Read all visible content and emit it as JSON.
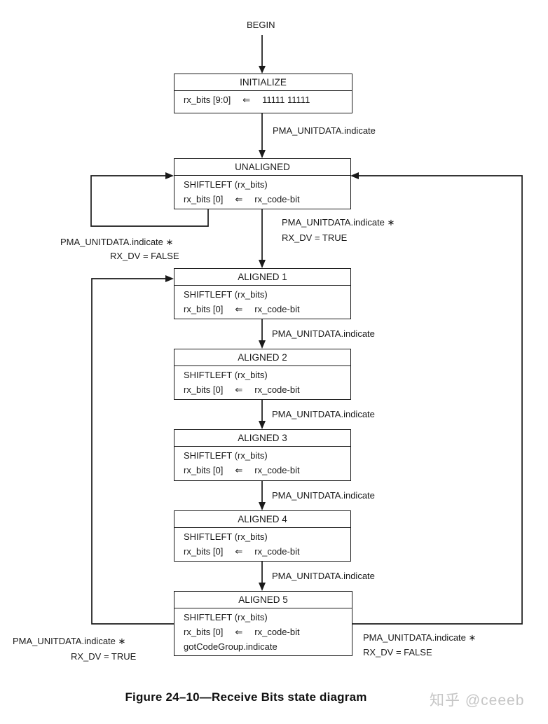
{
  "diagram": {
    "begin_label": "BEGIN",
    "caption": "Figure 24–10—Receive Bits state diagram",
    "watermark": "知乎 @ceeeb",
    "colors": {
      "ink": "#1a1a1a",
      "background": "#ffffff",
      "watermark": "#c6c6c6"
    },
    "states": {
      "initialize": {
        "title": "INITIALIZE",
        "assign_lhs": "rx_bits [9:0]",
        "assign_op": "⇐",
        "assign_rhs": "11111 11111"
      },
      "unaligned": {
        "title": "UNALIGNED",
        "line1": "SHIFTLEFT (rx_bits)",
        "assign_lhs": "rx_bits [0]",
        "assign_op": "⇐",
        "assign_rhs": "rx_code-bit"
      },
      "aligned1": {
        "title": "ALIGNED 1",
        "line1": "SHIFTLEFT (rx_bits)",
        "assign_lhs": "rx_bits [0]",
        "assign_op": "⇐",
        "assign_rhs": "rx_code-bit"
      },
      "aligned2": {
        "title": "ALIGNED 2",
        "line1": "SHIFTLEFT (rx_bits)",
        "assign_lhs": "rx_bits [0]",
        "assign_op": "⇐",
        "assign_rhs": "rx_code-bit"
      },
      "aligned3": {
        "title": "ALIGNED 3",
        "line1": "SHIFTLEFT (rx_bits)",
        "assign_lhs": "rx_bits [0]",
        "assign_op": "⇐",
        "assign_rhs": "rx_code-bit"
      },
      "aligned4": {
        "title": "ALIGNED 4",
        "line1": "SHIFTLEFT (rx_bits)",
        "assign_lhs": "rx_bits [0]",
        "assign_op": "⇐",
        "assign_rhs": "rx_code-bit"
      },
      "aligned5": {
        "title": "ALIGNED 5",
        "line1": "SHIFTLEFT (rx_bits)",
        "assign_lhs": "rx_bits [0]",
        "assign_op": "⇐",
        "assign_rhs": "rx_code-bit",
        "line3": "gotCodeGroup.indicate"
      }
    },
    "transitions": {
      "init_to_unaligned": "PMA_UNITDATA.indicate",
      "unaligned_self_line1": "PMA_UNITDATA.indicate ∗",
      "unaligned_self_line2": "RX_DV = FALSE",
      "unaligned_to_aligned1_line1": "PMA_UNITDATA.indicate ∗",
      "unaligned_to_aligned1_line2": "RX_DV = TRUE",
      "aligned1_to_aligned2": "PMA_UNITDATA.indicate",
      "aligned2_to_aligned3": "PMA_UNITDATA.indicate",
      "aligned3_to_aligned4": "PMA_UNITDATA.indicate",
      "aligned4_to_aligned5": "PMA_UNITDATA.indicate",
      "aligned5_to_aligned1_line1": "PMA_UNITDATA.indicate ∗",
      "aligned5_to_aligned1_line2": "RX_DV = TRUE",
      "aligned5_to_unaligned_line1": "PMA_UNITDATA.indicate ∗",
      "aligned5_to_unaligned_line2": "RX_DV = FALSE"
    }
  }
}
